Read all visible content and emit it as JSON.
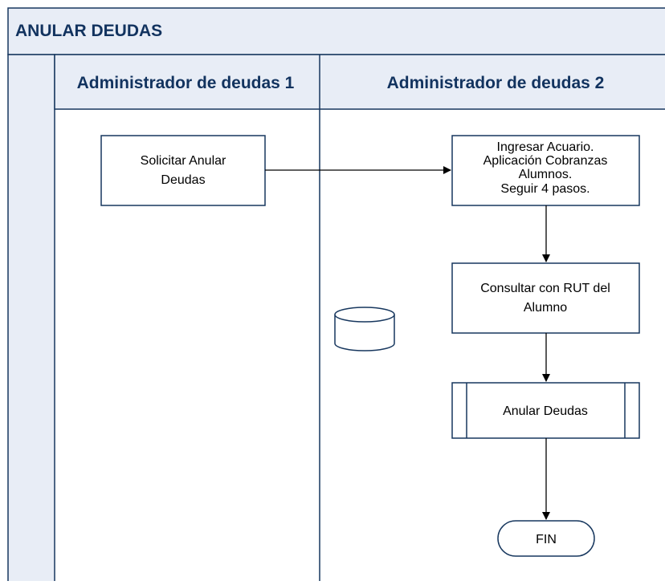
{
  "diagram": {
    "title": "ANULAR DEUDAS",
    "lanes": [
      {
        "label": "Administrador de deudas 1"
      },
      {
        "label": "Administrador de deudas 2"
      }
    ],
    "nodes": {
      "solicitar": {
        "lines": [
          "Solicitar Anular",
          "Deudas"
        ]
      },
      "ingresar": {
        "lines": [
          "Ingresar Acuario.",
          "Aplicación Cobranzas",
          "Alumnos.",
          "Seguir 4 pasos."
        ]
      },
      "consultar": {
        "lines": [
          "Consultar con RUT del",
          "Alumno"
        ]
      },
      "anular": {
        "lines": [
          "Anular Deudas"
        ]
      },
      "fin": {
        "lines": [
          "FIN"
        ]
      }
    }
  },
  "colors": {
    "stroke": "#17375e",
    "header_fill": "#e8edf6",
    "title_text": "#12335f"
  }
}
